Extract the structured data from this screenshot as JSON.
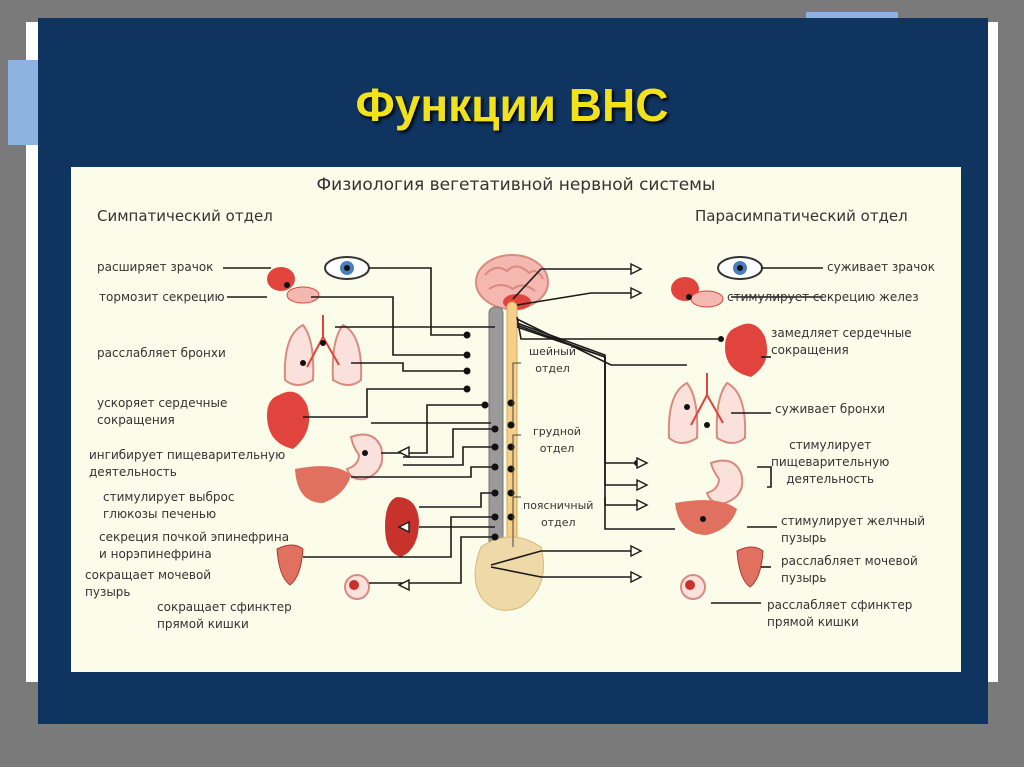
{
  "slide": {
    "title": "Функции ВНС"
  },
  "diagram": {
    "title": "Физиология вегетативной нервной системы",
    "sympathetic": {
      "heading": "Симпатический отдел",
      "items": [
        "расширяет зрачок",
        "тормозит секрецию",
        "расслабляет бронхи",
        "ускоряет сердечные\nсокращения",
        "ингибирует пищеварительную\nдеятельность",
        "стимулирует выброс\nглюкозы печенью",
        "секреция почкой эпинефрина\nи норэпинефрина",
        "сокращает мочевой\nпузырь",
        "сокращает сфинктер\nпрямой кишки"
      ]
    },
    "parasympathetic": {
      "heading": "Парасимпатический отдел",
      "items": [
        "суживает зрачок",
        "стимулирует секрецию желез",
        "замедляет сердечные\nсокращения",
        "суживает бронхи",
        "стимулирует\nпищеварительную\nдеятельность",
        "стимулирует желчный\nпузырь",
        "расслабляет мочевой\nпузырь",
        "расслабляет сфинктер\nпрямой кишки"
      ]
    },
    "spine": {
      "cervical": "шейный\nотдел",
      "thoracic": "грудной\nотдел",
      "lumbar": "поясничный\nотдел"
    },
    "colors": {
      "organ": "#e0443c",
      "organ_light": "#f4b8b0",
      "bone": "#f0d9a8",
      "wire": "#1a1a1a",
      "slide_bg": "#0f3460",
      "title": "#f2e21c"
    }
  }
}
